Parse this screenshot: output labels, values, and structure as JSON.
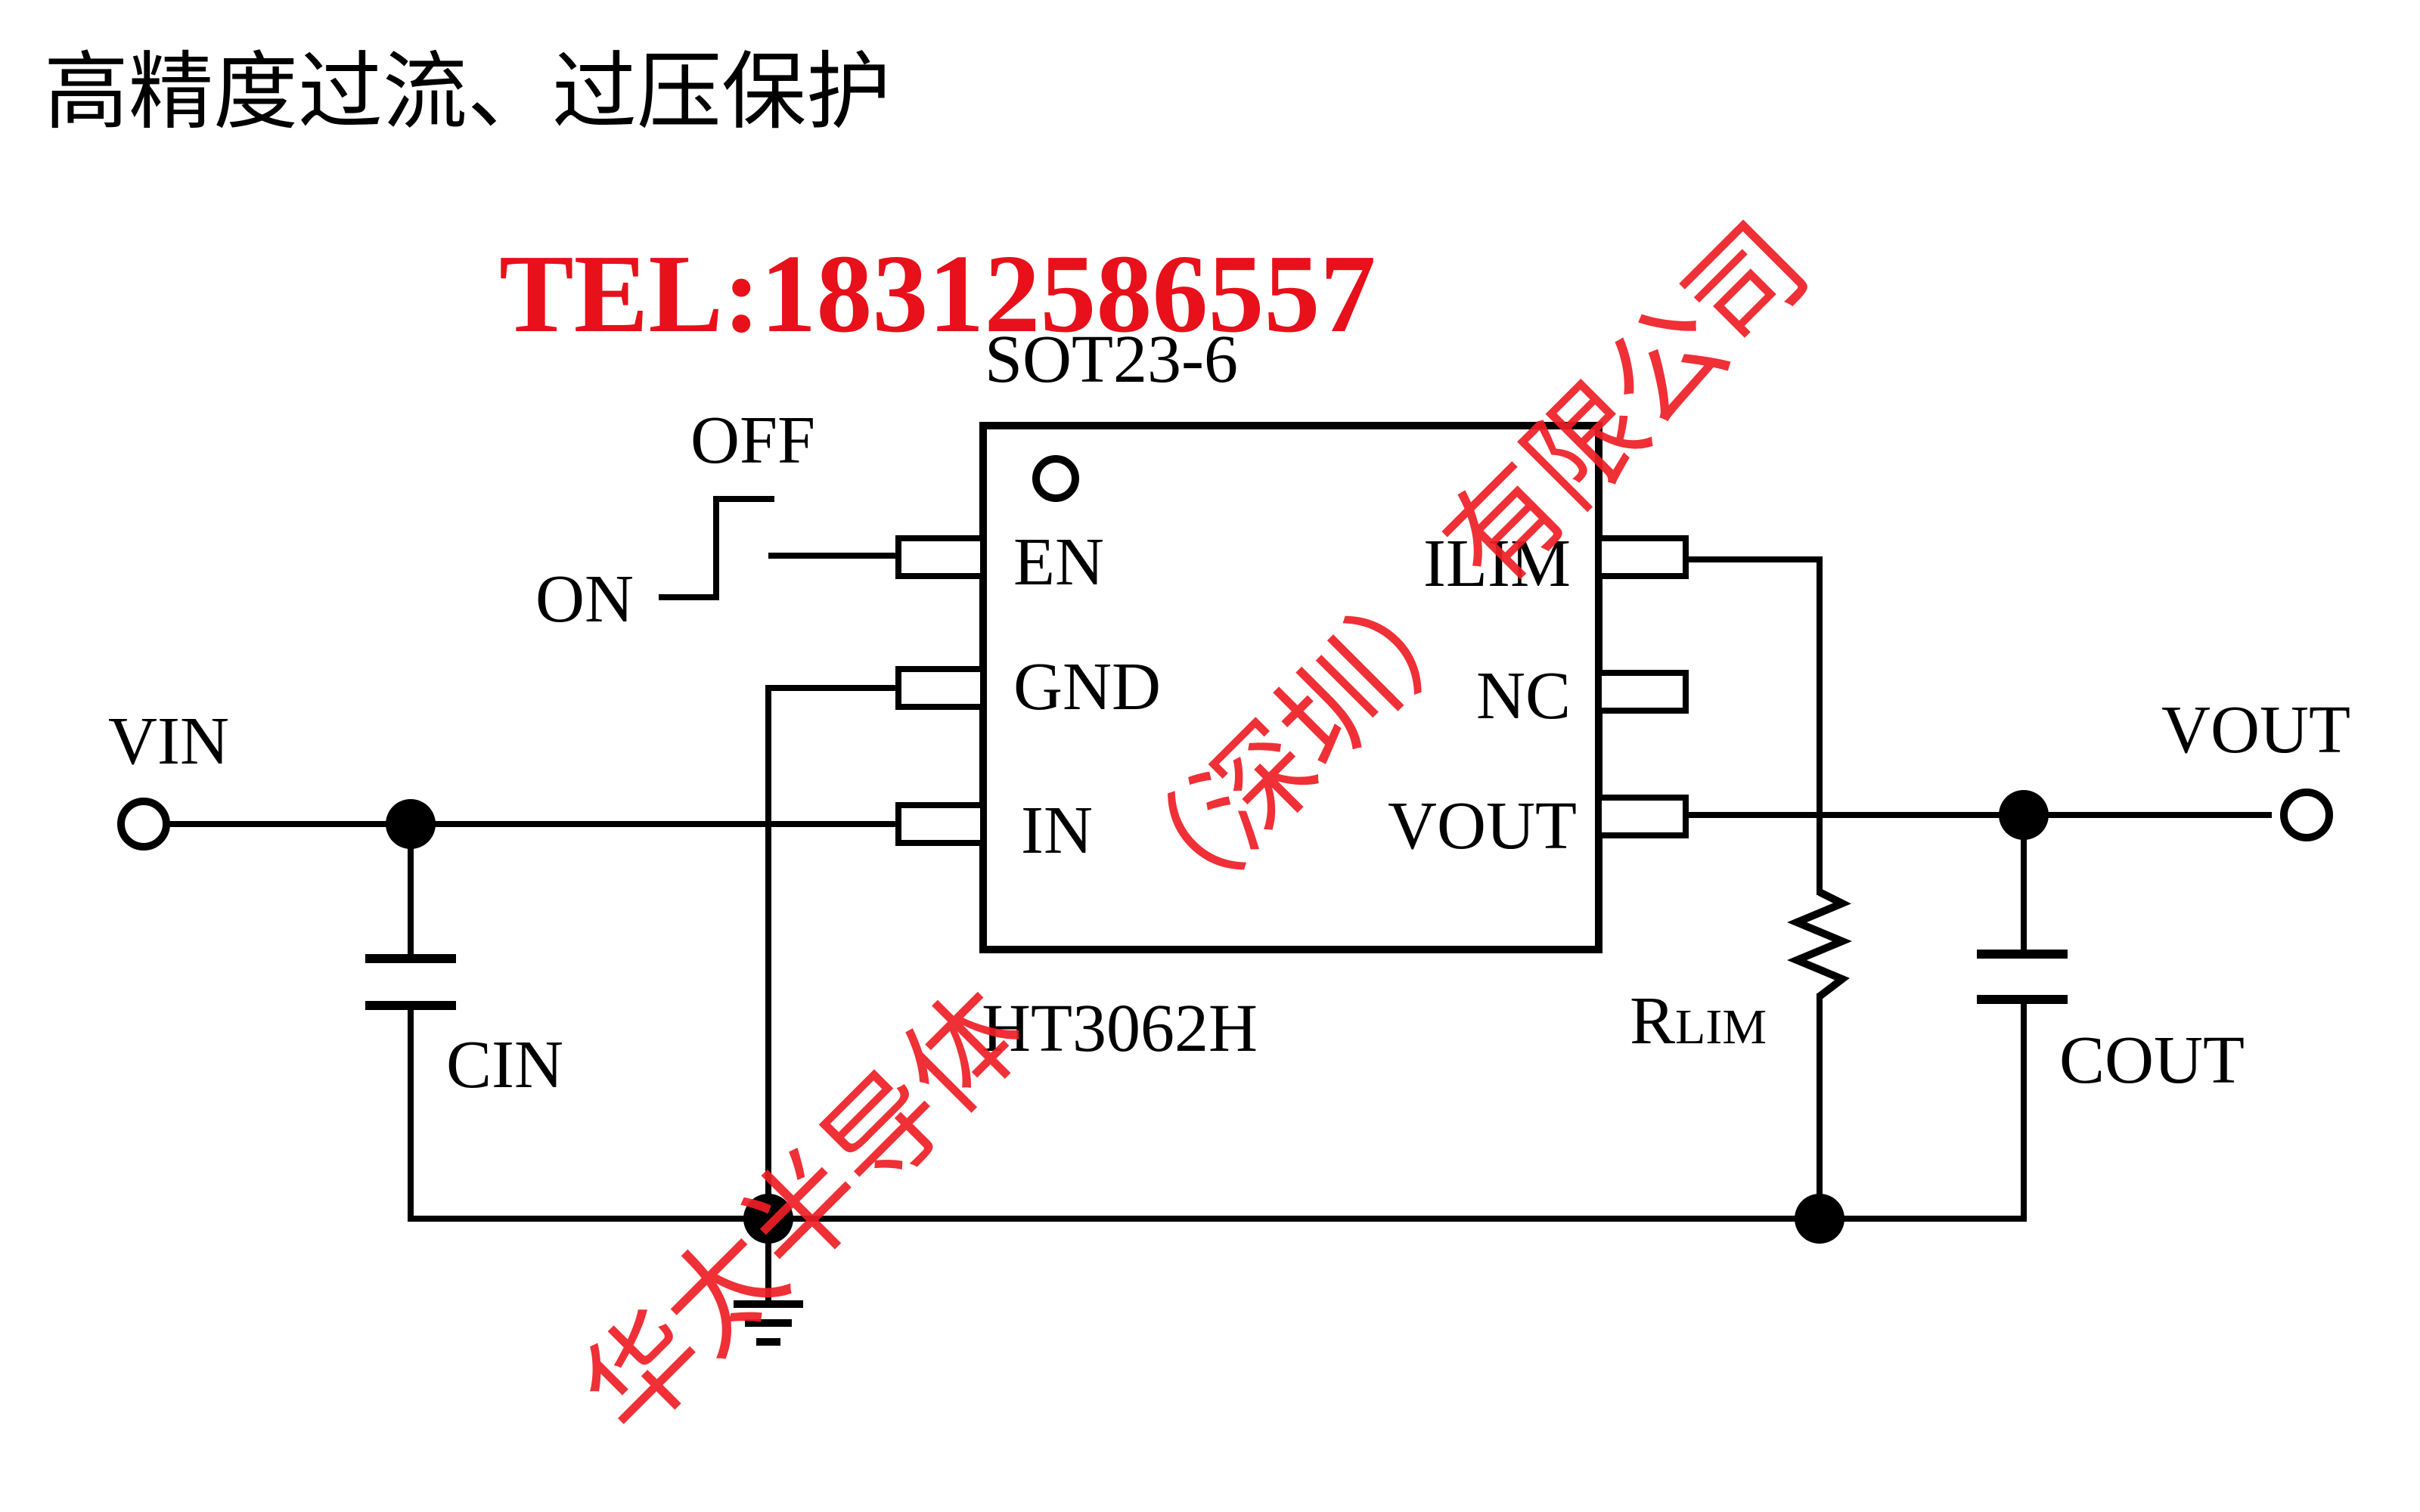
{
  "title": "高精度过流、过压保护",
  "tel": "TEL:18312586557",
  "package": "SOT23-6",
  "part_number": "HT3062H",
  "switch": {
    "off_label": "OFF",
    "on_label": "ON"
  },
  "pins": {
    "en": "EN",
    "gnd": "GND",
    "in": "IN",
    "ilim": "ILIM",
    "nc": "NC",
    "vout": "VOUT"
  },
  "nodes": {
    "vin": "VIN",
    "vout": "VOUT"
  },
  "components": {
    "cin": "CIN",
    "cout": "COUT",
    "rlim_main": "R",
    "rlim_sub": "LIM"
  },
  "watermark": {
    "left": "华太半导体",
    "middle": "（深圳）",
    "right": "有限公司"
  },
  "colors": {
    "ink": "#000000",
    "watermark": "#ee1f26",
    "tel": "#e8101a"
  }
}
